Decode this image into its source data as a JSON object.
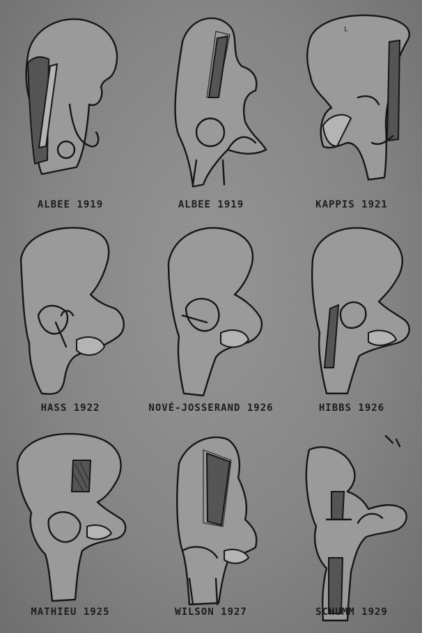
{
  "panels": [
    {
      "caption": "ALBEE   1919"
    },
    {
      "caption": "ALBEE   1919"
    },
    {
      "caption": "KAPPIS   1921"
    },
    {
      "caption": "HASS   1922"
    },
    {
      "caption": "NOVÉ-JOSSERAND 1926"
    },
    {
      "caption": "HIBBS   1926"
    },
    {
      "caption": "MATHIEU 1925"
    },
    {
      "caption": "WILSON   1927"
    },
    {
      "caption": "SCHUMM   1929"
    }
  ]
}
